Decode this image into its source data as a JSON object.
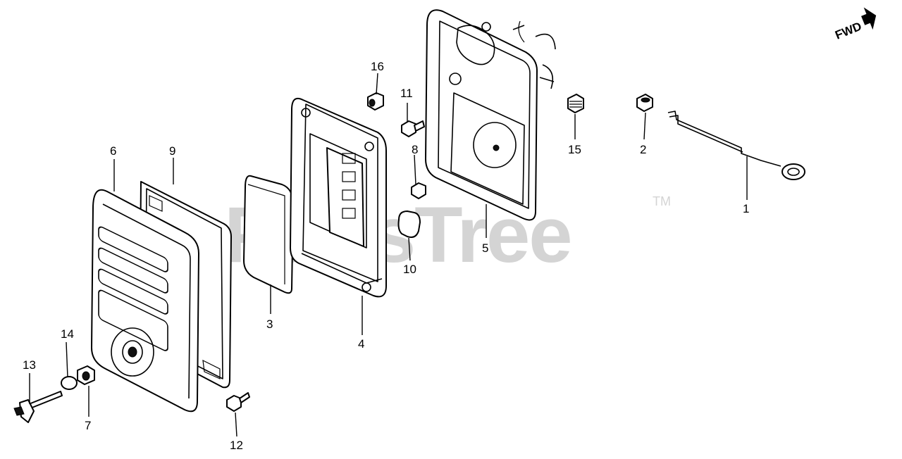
{
  "watermark": {
    "text": "PartsTree",
    "trademark": "TM"
  },
  "direction_indicator": {
    "label": "FWD"
  },
  "callouts": {
    "c1": "1",
    "c2": "2",
    "c3": "3",
    "c4": "4",
    "c5": "5",
    "c6": "6",
    "c7": "7",
    "c8": "8",
    "c9": "9",
    "c10": "10",
    "c11": "11",
    "c12": "12",
    "c13": "13",
    "c14": "14",
    "c15": "15",
    "c16": "16"
  }
}
